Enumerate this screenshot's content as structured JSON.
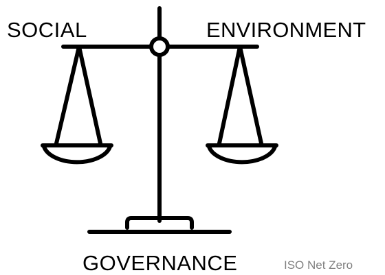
{
  "labels": {
    "social": "SOCIAL",
    "environment": "ENVIRONMENT",
    "governance": "GOVERNANCE"
  },
  "watermark": {
    "text": "ISO Net Zero",
    "color": "#808080"
  },
  "colors": {
    "ink": "#000000",
    "background": "#ffffff"
  },
  "icons": {
    "main": "balance-scale-icon"
  }
}
